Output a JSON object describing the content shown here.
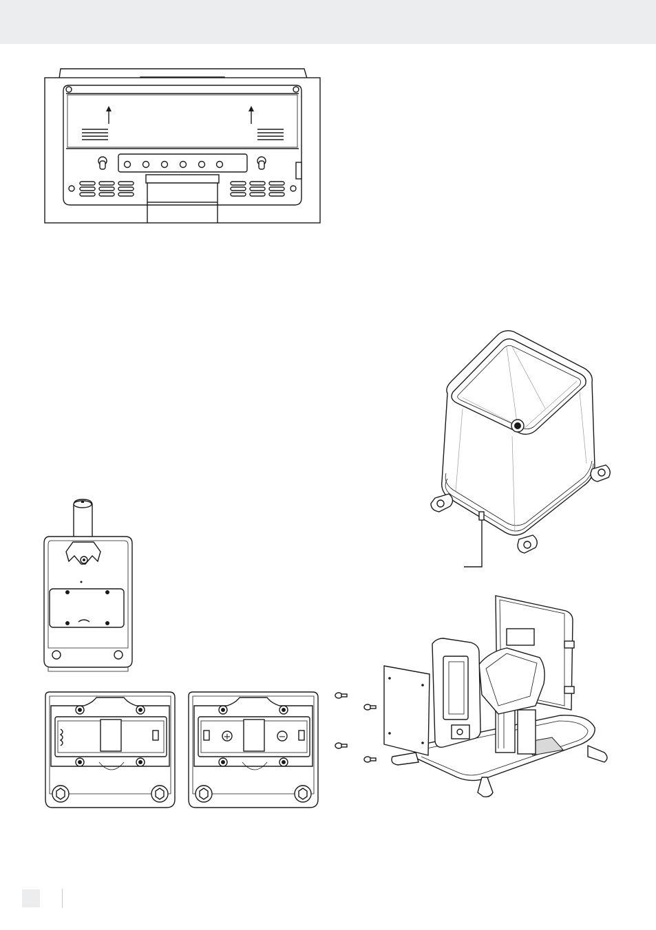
{
  "page": {
    "header_band_color": "#ebedee",
    "page_number_box_color": "#ebedee"
  },
  "figures": {
    "base_station_rear": {
      "icon": "base-station-rear-panel-illustration"
    },
    "rain_gauge_funnel": {
      "icon": "rain-gauge-funnel-illustration"
    },
    "thermo_sensor_mount": {
      "icon": "thermo-hygro-sensor-mount-illustration"
    },
    "battery_compartment_empty": {
      "icon": "battery-compartment-empty-illustration"
    },
    "battery_compartment_polarity": {
      "icon": "battery-compartment-polarity-illustration",
      "plus_symbol": "+",
      "minus_symbol": "−"
    },
    "rain_gauge_exploded": {
      "icon": "rain-gauge-exploded-assembly-illustration"
    }
  }
}
